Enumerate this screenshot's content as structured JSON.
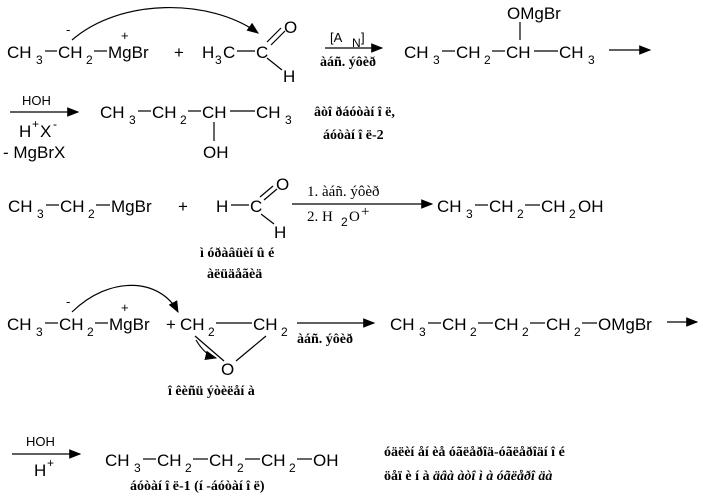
{
  "ch3": "CH",
  "ch2": "CH",
  "ch": "CH",
  "h3c": "H",
  "hc": "H",
  "c": "C",
  "sub3": "3",
  "sub2": "2",
  "mgbr": "MgBr",
  "ombr": "OMgBr",
  "omgbr": "OMgBr",
  "o": "O",
  "h": "H",
  "oh": "OH",
  "oh_end": "OH",
  "plus": "+",
  "minus": "-",
  "hplus": "+",
  "x": "X",
  "an": "[A",
  "an_sub": "N",
  "an_close": "]",
  "cond_ether": "àáñ. ýôèð",
  "hoh": "HOH",
  "mgbrx": "- MgBrX",
  "r1_name_1": "âòî ðáóòàí î ë,",
  "r1_name_2": "áóòàí î ë-2",
  "cond_1": "1. àáñ. ýôèð",
  "cond_2a": "2. H",
  "cond_2b": "O",
  "formaldehyde_1": "ì óðàâüèí û é",
  "formaldehyde_2": "àëüäåãèä",
  "oxide": "î êèñü ýòèëåí à",
  "r4_name": "áóòàí î ë-1 (í -áóòàí î ë)",
  "final_1": "óäëèí åí èå óãëåðîä-óãëåðîäí î é",
  "final_2": "öåï è í à ",
  "final_2b": "äâà àòî ì à óãëåðî äà"
}
